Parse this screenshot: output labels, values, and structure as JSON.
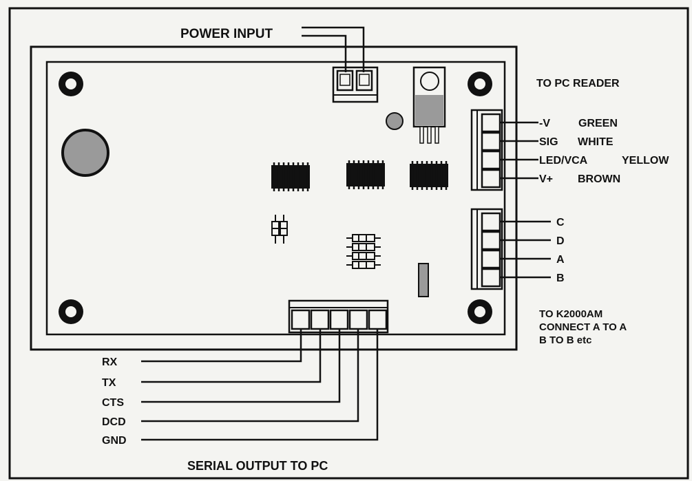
{
  "labels": {
    "power_input": "POWER INPUT",
    "to_pc_reader": "TO PC READER",
    "serial_output": "SERIAL OUTPUT TO PC",
    "k2000_line1": "TO K2000AM",
    "k2000_line2": "CONNECT A TO A",
    "k2000_line3": "B TO B etc"
  },
  "reader_pins": [
    {
      "signal": "-V",
      "color_name": "GREEN"
    },
    {
      "signal": "SIG",
      "color_name": "WHITE"
    },
    {
      "signal": "LED/VCA",
      "color_name": "YELLOW"
    },
    {
      "signal": "V+",
      "color_name": "BROWN"
    }
  ],
  "k2000_pins": [
    "C",
    "D",
    "A",
    "B"
  ],
  "serial_pins": [
    "RX",
    "TX",
    "CTS",
    "DCD",
    "GND"
  ],
  "colors": {
    "ink": "#111111",
    "paper": "#f4f4f1",
    "component_gray": "#9a9a9a"
  }
}
